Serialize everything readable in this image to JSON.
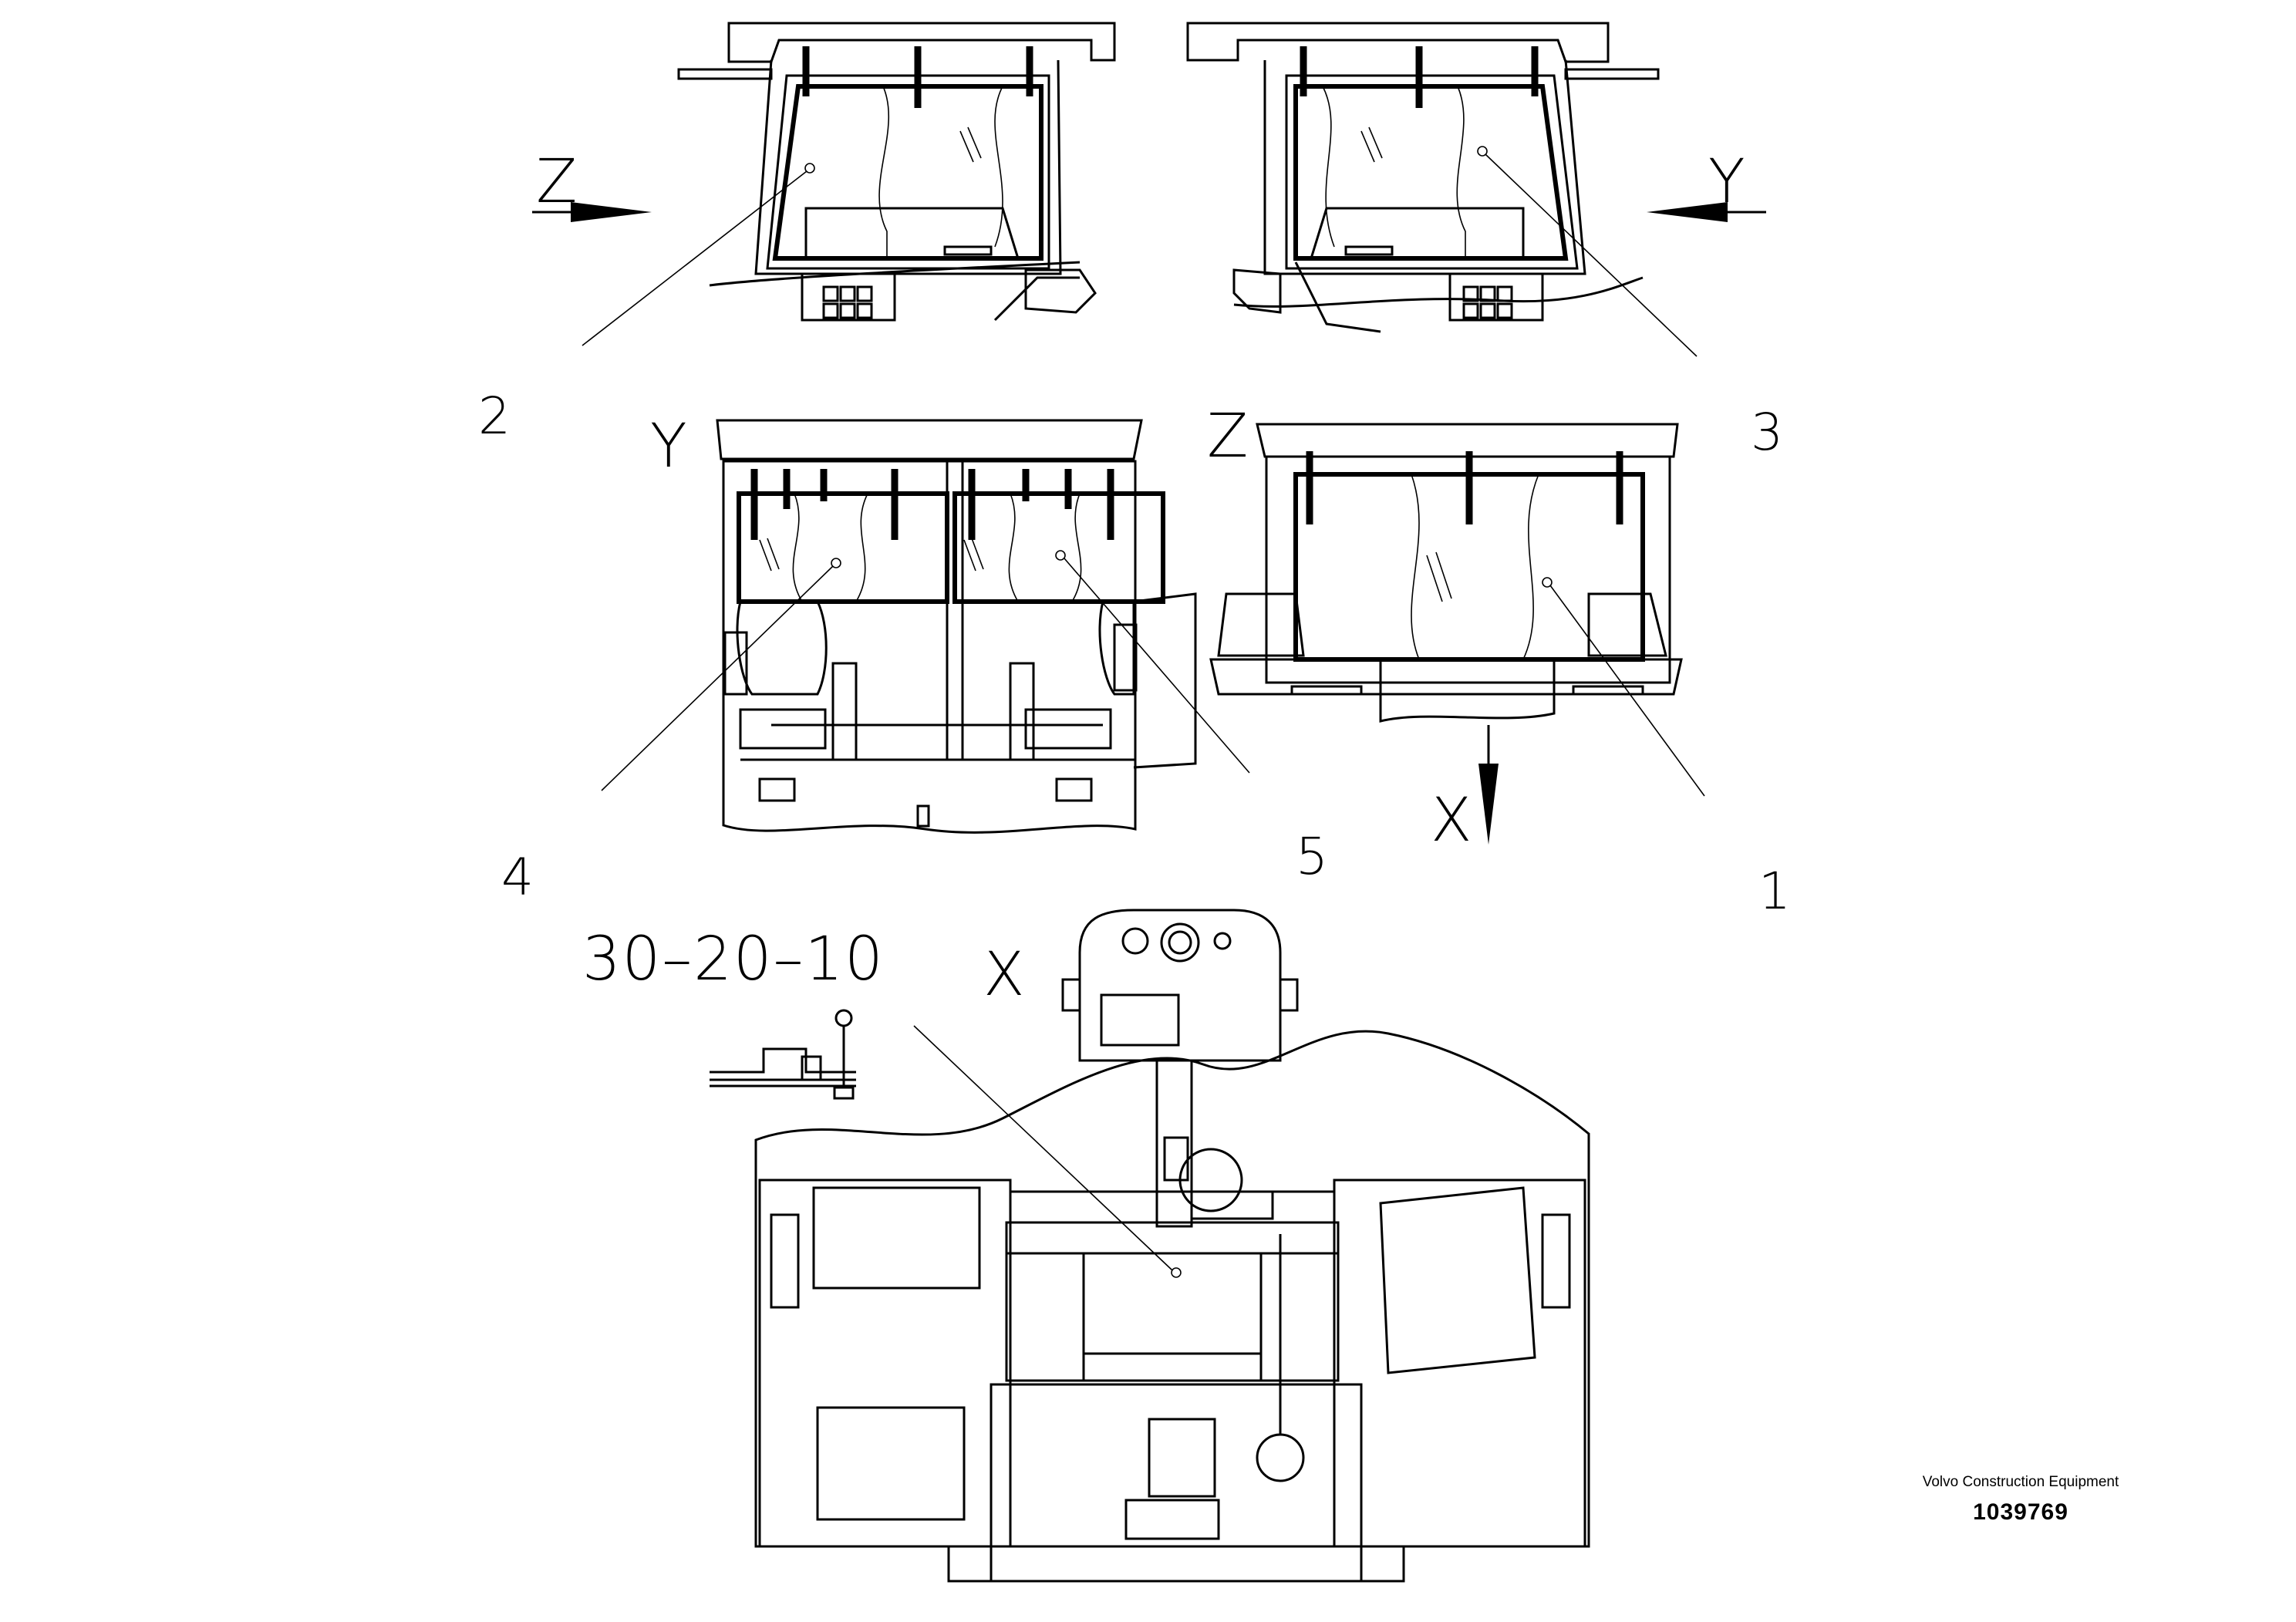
{
  "diagram": {
    "view_letters": {
      "z_top": "Z",
      "y_top": "Y",
      "y_view": "Y",
      "z_view": "Z",
      "x_arrow": "X",
      "x_view": "X"
    },
    "callouts": {
      "c1": "1",
      "c2": "2",
      "c3": "3",
      "c4": "4",
      "c5": "5"
    },
    "reference_code": "30–20–10"
  },
  "brand": {
    "company": "Volvo Construction Equipment",
    "drawing_number": "1039769"
  }
}
